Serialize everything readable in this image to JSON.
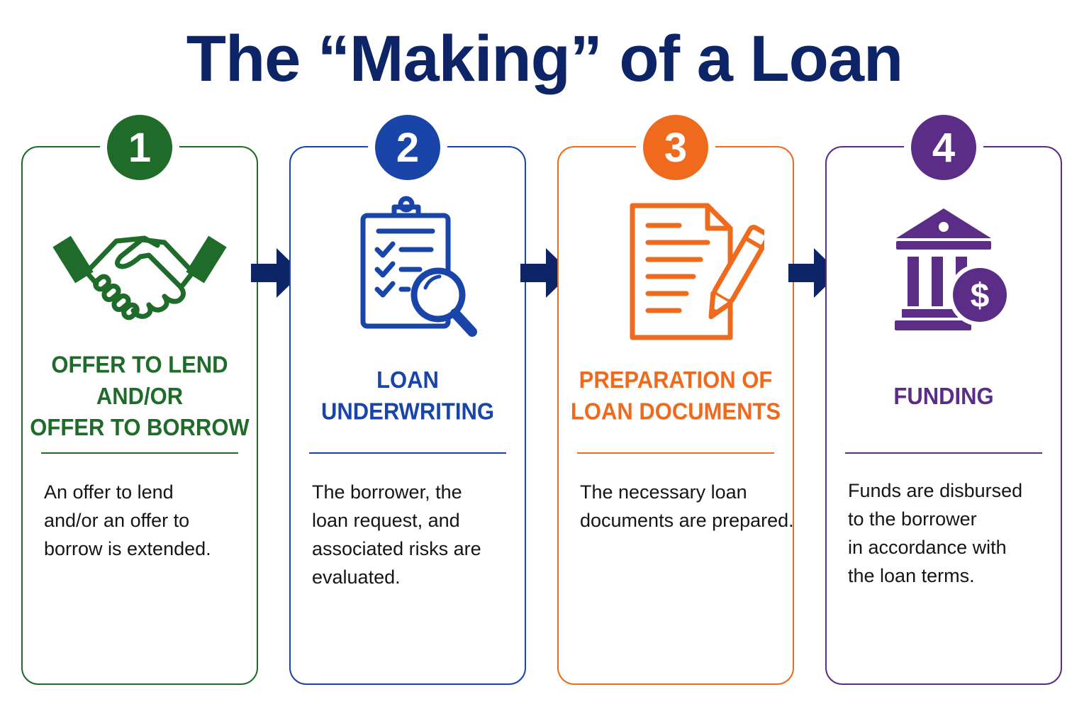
{
  "title": "The “Making” of a Loan",
  "steps": [
    {
      "number": "1",
      "icon": "handshake-icon",
      "color": "#1e6b2a",
      "heading_lines": [
        "OFFER TO LEND",
        "AND/OR",
        "OFFER TO BORROW"
      ],
      "description_lines": [
        "An offer to lend",
        "and/or an offer to",
        "borrow is extended."
      ]
    },
    {
      "number": "2",
      "icon": "clipboard-magnifier-icon",
      "color": "#1a45a8",
      "heading_lines": [
        "LOAN",
        "UNDERWRITING"
      ],
      "description_lines": [
        "The borrower, the",
        "loan request, and",
        "associated risks are",
        "evaluated."
      ]
    },
    {
      "number": "3",
      "icon": "document-pen-icon",
      "color": "#f06a1d",
      "heading_lines": [
        "PREPARATION OF",
        "LOAN DOCUMENTS"
      ],
      "description_lines": [
        "The necessary loan",
        "documents are prepared."
      ]
    },
    {
      "number": "4",
      "icon": "bank-dollar-icon",
      "color": "#5b2d86",
      "heading_lines": [
        "FUNDING"
      ],
      "description_lines": [
        "Funds are disbursed",
        "to the borrower",
        "in accordance with",
        "the loan terms."
      ]
    }
  ],
  "arrow_color": "#0d2466"
}
